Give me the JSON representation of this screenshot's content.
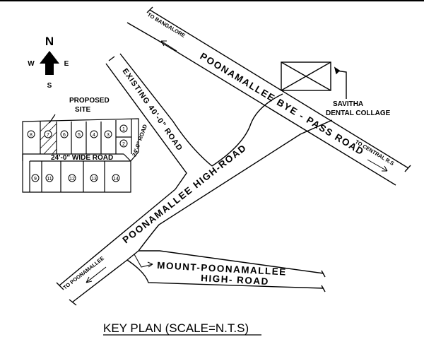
{
  "compass": {
    "north": "N",
    "south": "S",
    "east": "E",
    "west": "W"
  },
  "labels": {
    "to_bangalore": "TO BANGALORE",
    "bypass_road": "POONAMALLEE BYE - PASS ROAD",
    "to_central": "TO CENTRAL R.S",
    "savitha_line1": "SAVITHA",
    "savitha_line2": "DENTAL COLLAGE",
    "existing_road": "EXISTING 40'-0\" ROAD",
    "high_road": "POONAMALLEE HIGH-ROAD",
    "to_poonamallee": "TO POONAMALLEE",
    "mount_line1": "MOUNT-POONAMALLEE",
    "mount_line2": "HIGH- ROAD",
    "proposed_line1": "PROPOSED",
    "proposed_line2": "SITE",
    "wide_road": "24'-0\" WIDE ROAD",
    "road_24": "24'-0\" ROAD",
    "title": "KEY PLAN (SCALE=N.T.S)"
  },
  "plots": {
    "top_row": [
      "8",
      "7",
      "6",
      "5",
      "4",
      "3"
    ],
    "right_stack": [
      "1",
      "2"
    ],
    "bottom_row": [
      "9",
      "11",
      "12",
      "13",
      "14"
    ]
  }
}
